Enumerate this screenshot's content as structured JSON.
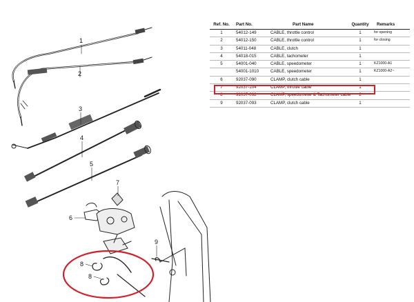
{
  "table": {
    "headers": {
      "ref_no": "Ref. No.",
      "part_no": "Part No.",
      "part_name": "Part Name",
      "quantity": "Quantity",
      "remarks": "Remarks"
    },
    "rows": [
      {
        "ref": "1",
        "part_no": "54012-149",
        "name": "CABLE, throttle control",
        "qty": "1",
        "remarks": "for opening"
      },
      {
        "ref": "2",
        "part_no": "54012-150",
        "name": "CABLE, throttle control",
        "qty": "1",
        "remarks": "for closing"
      },
      {
        "ref": "3",
        "part_no": "54011-048",
        "name": "CABLE, clutch",
        "qty": "1",
        "remarks": ""
      },
      {
        "ref": "4",
        "part_no": "54018-015",
        "name": "CABLE, tachometer",
        "qty": "1",
        "remarks": ""
      },
      {
        "ref": "5",
        "part_no": "54001-040",
        "name": "CABLE, speedometer",
        "qty": "1",
        "remarks": "KZ1000-A1"
      },
      {
        "ref": "",
        "part_no": "54001-1010",
        "name": "CABLE, speedometer",
        "qty": "1",
        "remarks": "KZ1000-A2~"
      },
      {
        "ref": "6",
        "part_no": "92037-090",
        "name": "CLAMP, clutch cable",
        "qty": "1",
        "remarks": ""
      },
      {
        "ref": "7",
        "part_no": "92037-104",
        "name": "CLAMP, throttle cable",
        "qty": "1",
        "remarks": ""
      },
      {
        "ref": "8",
        "part_no": "92037-092",
        "name": "CLAMP, speedometer & Tachometer cable",
        "qty": "2",
        "remarks": ""
      },
      {
        "ref": "9",
        "part_no": "92037-093",
        "name": "CLAMP, clutch cable",
        "qty": "1",
        "remarks": ""
      }
    ]
  },
  "highlight": {
    "color": "#d0202a",
    "row_ref": "8"
  },
  "diagram_callouts": [
    "1",
    "2",
    "3",
    "4",
    "5",
    "6",
    "7",
    "8",
    "8",
    "9"
  ]
}
